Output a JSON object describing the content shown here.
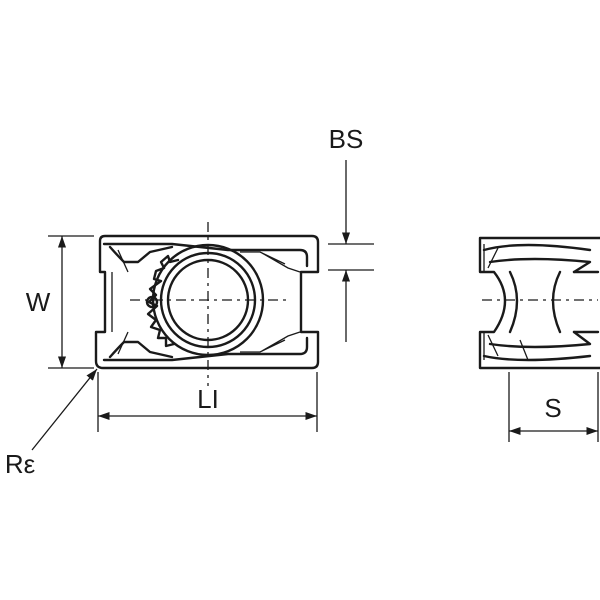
{
  "labels": {
    "bs": "BS",
    "w": "W",
    "li": "LI",
    "re": "Rε",
    "s": "S"
  },
  "colors": {
    "line": "#1a1a1a",
    "background": "#ffffff"
  }
}
